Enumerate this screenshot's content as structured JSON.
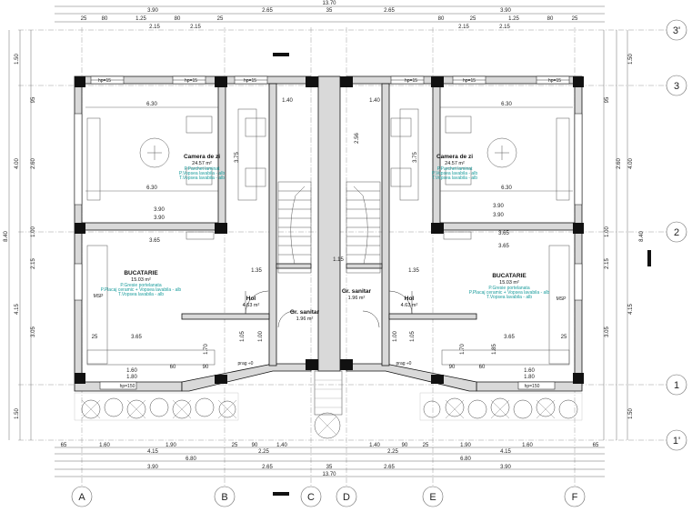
{
  "top_dimensions": {
    "overall": "13.70",
    "row1": [
      "3.90",
      "2.65",
      "35",
      "2.65",
      "3.90"
    ],
    "row2": [
      "25",
      "80",
      "1.25",
      "80",
      "25",
      "80",
      "25",
      "1.25",
      "80",
      "25"
    ],
    "row3": [
      "2.15",
      "2.15",
      "2.15",
      "2.15"
    ]
  },
  "bottom_dimensions": {
    "overall": "13.70",
    "row1": [
      "3.90",
      "2.65",
      "35",
      "2.65",
      "3.90"
    ],
    "row2": [
      "6.80",
      "6.80"
    ],
    "row3": [
      "4.15",
      "2.25",
      "2.25",
      "4.15"
    ],
    "row4": [
      "65",
      "1.60",
      "1.90",
      "25",
      "90",
      "1.40",
      "1.40",
      "90",
      "25",
      "1.90",
      "1.60",
      "65"
    ]
  },
  "left_dimensions": [
    "1.50",
    "95",
    "4.00",
    "8.40",
    "4.15",
    "1.50",
    "1.00",
    "2.15",
    "2.60",
    "3.05"
  ],
  "right_dimensions": [
    "1.50",
    "95",
    "4.00",
    "8.40",
    "4.15",
    "1.50",
    "1.00",
    "2.15",
    "2.60",
    "3.05"
  ],
  "axes": {
    "columns": [
      "A",
      "B",
      "C",
      "D",
      "E",
      "F"
    ],
    "rows": [
      "3'",
      "3",
      "2",
      "1",
      "1'"
    ]
  },
  "rooms": {
    "living_left": {
      "name": "Camera de zi",
      "area": "24.57 m²",
      "finish": [
        "P.Parchet laminat",
        "P.Vopsea lavabila - alb",
        "T.Vopsea lavabila - alb"
      ]
    },
    "living_right": {
      "name": "Camera de zi",
      "area": "24.57 m²",
      "finish": [
        "P.Parchet laminat",
        "P.Vopsea lavabila - alb",
        "T.Vopsea lavabila - alb"
      ]
    },
    "kitchen_left": {
      "name": "BUCATARIE",
      "area": "15.03 m²",
      "finish": [
        "P.Gresie portelanata",
        "P.Placaj ceramic + Vopsea lavabila - alb",
        "T.Vopsea lavabila - alb"
      ]
    },
    "kitchen_right": {
      "name": "BUCATARIE",
      "area": "15.03 m²",
      "finish": [
        "P.Gresie portelanata",
        "P.Placaj ceramic + Vopsea lavabila - alb",
        "T.Vopsea lavabila - alb"
      ]
    },
    "hall_left": {
      "name": "Hol",
      "area": "4.63 m²"
    },
    "hall_right": {
      "name": "Hol",
      "area": "4.63 m²"
    },
    "wc_left": {
      "name": "Gr. sanitar",
      "area": "1.96 m²"
    },
    "wc_right": {
      "name": "Gr. sanitar",
      "area": "1.96 m²"
    }
  },
  "interior_dims": {
    "w630": "6.30",
    "w390": "3.90",
    "w365": "3.65",
    "w135": "1.35",
    "w115": "1.15",
    "h375": "3.75",
    "h256": "2.56",
    "w140": "1.40",
    "w160": "1.60",
    "w180": "1.80",
    "w170": "1.70",
    "w185": "1.85",
    "w105": "1.05",
    "w100": "1.00",
    "w90": "90",
    "w60": "60",
    "w25": "25"
  },
  "labels": {
    "prag_left": "prag ÷0",
    "prag_right": "prag ÷0",
    "hp15": "hp=15",
    "hp150": "hp=150",
    "msp": "MSP"
  },
  "colors": {
    "finish_text": "#1a9c9c",
    "wall_fill": "#d9d9d9",
    "column_fill": "#111111"
  }
}
